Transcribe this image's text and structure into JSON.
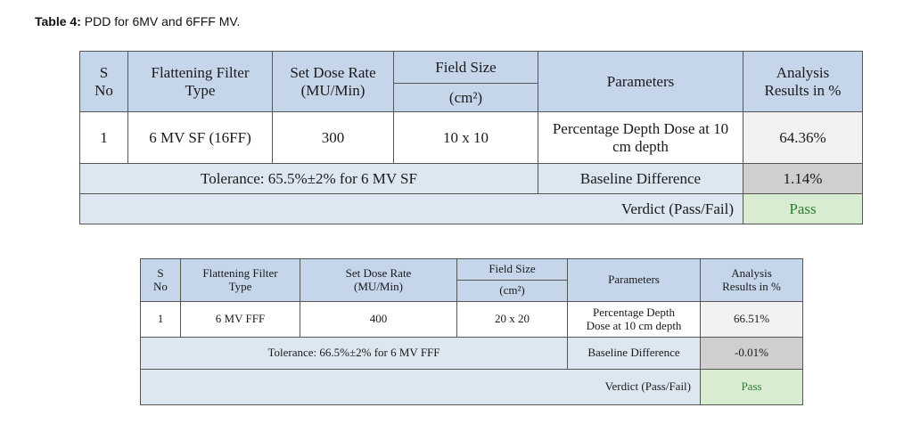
{
  "caption": {
    "label": "Table 4:",
    "text": " PDD for 6MV and 6FFF MV."
  },
  "headers": {
    "sno_a": "S",
    "sno_b": "No",
    "filter_a": "Flattening Filter",
    "filter_b": "Type",
    "dose_a": "Set Dose Rate",
    "dose_b": "(MU/Min)",
    "field_a": "Field Size",
    "field_b": "(cm²)",
    "params": "Parameters",
    "analysis_a": "Analysis",
    "analysis_b": "Results in %"
  },
  "tables": [
    {
      "sno": "1",
      "filter": "6 MV SF (16FF)",
      "dose_rate": "300",
      "field_size": "10 x 10",
      "param_a": "Percentage Depth Dose at 10",
      "param_b": "cm depth",
      "result": "64.36%",
      "tolerance": "Tolerance: 65.5%±2% for 6 MV SF",
      "baseline_label": "Baseline Difference",
      "baseline_value": "1.14%",
      "verdict_label": "Verdict (Pass/Fail)",
      "verdict_value": "Pass"
    },
    {
      "sno": "1",
      "filter": "6 MV FFF",
      "dose_rate": "400",
      "field_size": "20 x 20",
      "param_a": "Percentage Depth",
      "param_b": "Dose at 10 cm depth",
      "result": "66.51%",
      "tolerance": "Tolerance: 66.5%±2% for 6 MV FFF",
      "baseline_label": "Baseline Difference",
      "baseline_value": "-0.01%",
      "verdict_label": "Verdict (Pass/Fail)",
      "verdict_value": "Pass"
    }
  ],
  "colors": {
    "header": "#c5d5ea",
    "light": "#dde7f2",
    "grey": "#d0cfce",
    "green": "#d8ecd2",
    "pass_text": "#2e7d32"
  }
}
